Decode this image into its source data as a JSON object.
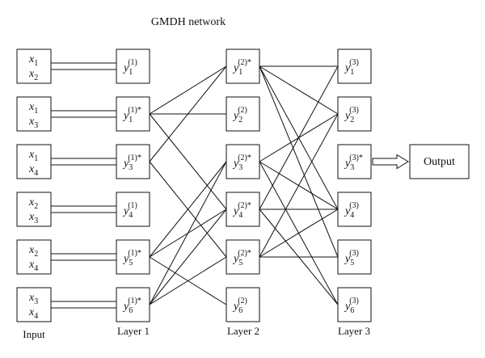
{
  "title": "GMDH network",
  "input_label": "Input",
  "layer_labels": [
    "Layer 1",
    "Layer 2",
    "Layer 3"
  ],
  "output_label": "Output",
  "inputs": [
    [
      "1",
      "2"
    ],
    [
      "1",
      "3"
    ],
    [
      "1",
      "4"
    ],
    [
      "2",
      "3"
    ],
    [
      "2",
      "4"
    ],
    [
      "3",
      "4"
    ]
  ],
  "layer1": [
    {
      "sub": "1",
      "sup": "(1)"
    },
    {
      "sub": "1",
      "sup": "(1)*"
    },
    {
      "sub": "3",
      "sup": "(1)*"
    },
    {
      "sub": "4",
      "sup": "(1)"
    },
    {
      "sub": "5",
      "sup": "(1)*"
    },
    {
      "sub": "6",
      "sup": "(1)*"
    }
  ],
  "layer2": [
    {
      "sub": "1",
      "sup": "(2)*"
    },
    {
      "sub": "2",
      "sup": "(2)"
    },
    {
      "sub": "3",
      "sup": "(2)*"
    },
    {
      "sub": "4",
      "sup": "(2)*"
    },
    {
      "sub": "5",
      "sup": "(2)*"
    },
    {
      "sub": "6",
      "sup": "(2)"
    }
  ],
  "layer3": [
    {
      "sub": "1",
      "sup": "(3)"
    },
    {
      "sub": "2",
      "sup": "(3)"
    },
    {
      "sub": "3",
      "sup": "(3)*"
    },
    {
      "sub": "4",
      "sup": "(3)"
    },
    {
      "sub": "5",
      "sup": "(3)"
    },
    {
      "sub": "6",
      "sup": "(3)"
    }
  ],
  "var_symbols": {
    "input": "x",
    "node": "y"
  },
  "edges_l1_l2": [
    [
      1,
      0
    ],
    [
      1,
      1
    ],
    [
      1,
      3
    ],
    [
      2,
      0
    ],
    [
      2,
      4
    ],
    [
      4,
      2
    ],
    [
      4,
      3
    ],
    [
      4,
      5
    ],
    [
      5,
      2
    ],
    [
      5,
      3
    ],
    [
      5,
      4
    ]
  ],
  "edges_l2_l3": [
    [
      0,
      0
    ],
    [
      0,
      1
    ],
    [
      0,
      3
    ],
    [
      0,
      4
    ],
    [
      2,
      1
    ],
    [
      2,
      3
    ],
    [
      2,
      5
    ],
    [
      3,
      0
    ],
    [
      3,
      3
    ],
    [
      3,
      5
    ],
    [
      4,
      1
    ],
    [
      4,
      3
    ],
    [
      4,
      4
    ]
  ]
}
